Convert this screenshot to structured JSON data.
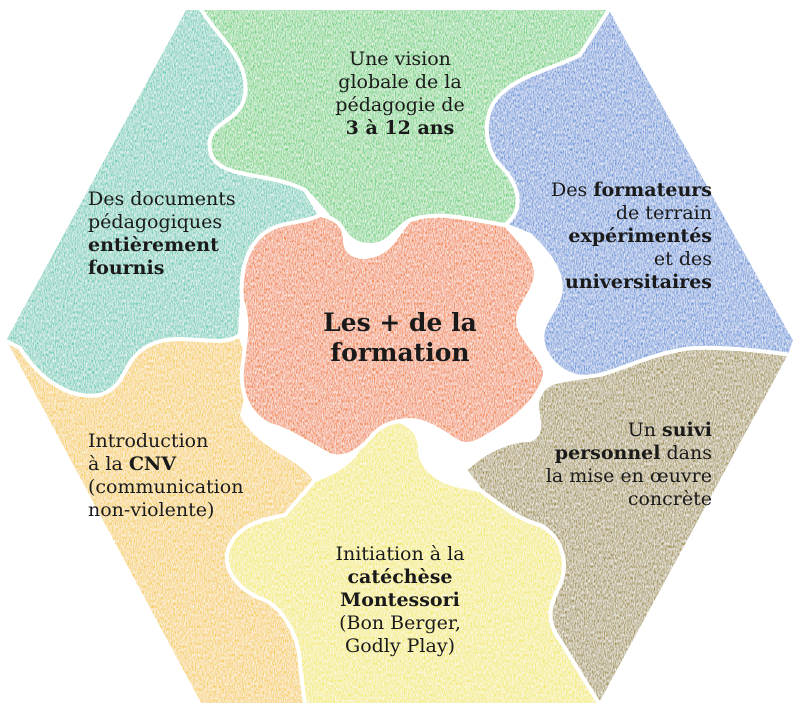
{
  "colors": {
    "top": "#62cf73",
    "top_left": "#5cc9b4",
    "top_right": "#5a8fd8",
    "bottom_left": "#f5c93a",
    "bottom": "#f2e85a",
    "bottom_right": "#9c8a35",
    "center": "#f07a28",
    "outline": "#ffffff"
  },
  "pieces": {
    "top": {
      "lines": [
        [
          {
            "text": "Une vision",
            "bold": false
          }
        ],
        [
          {
            "text": "globale de la",
            "bold": false
          }
        ],
        [
          {
            "text": "pédagogie de",
            "bold": false
          }
        ],
        [
          {
            "text": "3 à 12 ans",
            "bold": true
          }
        ]
      ]
    },
    "top_left": {
      "lines": [
        [
          {
            "text": "Des documents",
            "bold": false
          }
        ],
        [
          {
            "text": "pédagogiques",
            "bold": false
          }
        ],
        [
          {
            "text": "entièrement",
            "bold": true
          }
        ],
        [
          {
            "text": "fournis",
            "bold": true
          }
        ]
      ]
    },
    "top_right": {
      "lines": [
        [
          {
            "text": "Des ",
            "bold": false
          },
          {
            "text": "formateurs",
            "bold": true
          }
        ],
        [
          {
            "text": "de terrain",
            "bold": false
          }
        ],
        [
          {
            "text": "expérimentés",
            "bold": true
          }
        ],
        [
          {
            "text": "et des",
            "bold": false
          }
        ],
        [
          {
            "text": "universitaires",
            "bold": true
          }
        ]
      ]
    },
    "center": {
      "lines": [
        [
          {
            "text": "Les + de la",
            "bold": true
          }
        ],
        [
          {
            "text": "formation",
            "bold": true
          }
        ]
      ]
    },
    "bottom_left": {
      "lines": [
        [
          {
            "text": "Introduction",
            "bold": false
          }
        ],
        [
          {
            "text": "à la ",
            "bold": false
          },
          {
            "text": "CNV",
            "bold": true
          }
        ],
        [
          {
            "text": "(communication",
            "bold": false
          }
        ],
        [
          {
            "text": "non-violente)",
            "bold": false
          }
        ]
      ]
    },
    "bottom_right": {
      "lines": [
        [
          {
            "text": "Un ",
            "bold": false
          },
          {
            "text": "suivi",
            "bold": true
          }
        ],
        [
          {
            "text": "personnel",
            "bold": true
          },
          {
            "text": " dans",
            "bold": false
          }
        ],
        [
          {
            "text": "la mise en œuvre",
            "bold": false
          }
        ],
        [
          {
            "text": "concrète",
            "bold": false
          }
        ]
      ]
    },
    "bottom": {
      "lines": [
        [
          {
            "text": "Initiation à la",
            "bold": false
          }
        ],
        [
          {
            "text": "catéchèse",
            "bold": true
          }
        ],
        [
          {
            "text": "Montessori",
            "bold": true
          }
        ],
        [
          {
            "text": "(Bon Berger,",
            "bold": false
          }
        ],
        [
          {
            "text": "Godly Play)",
            "bold": false
          }
        ]
      ]
    }
  }
}
